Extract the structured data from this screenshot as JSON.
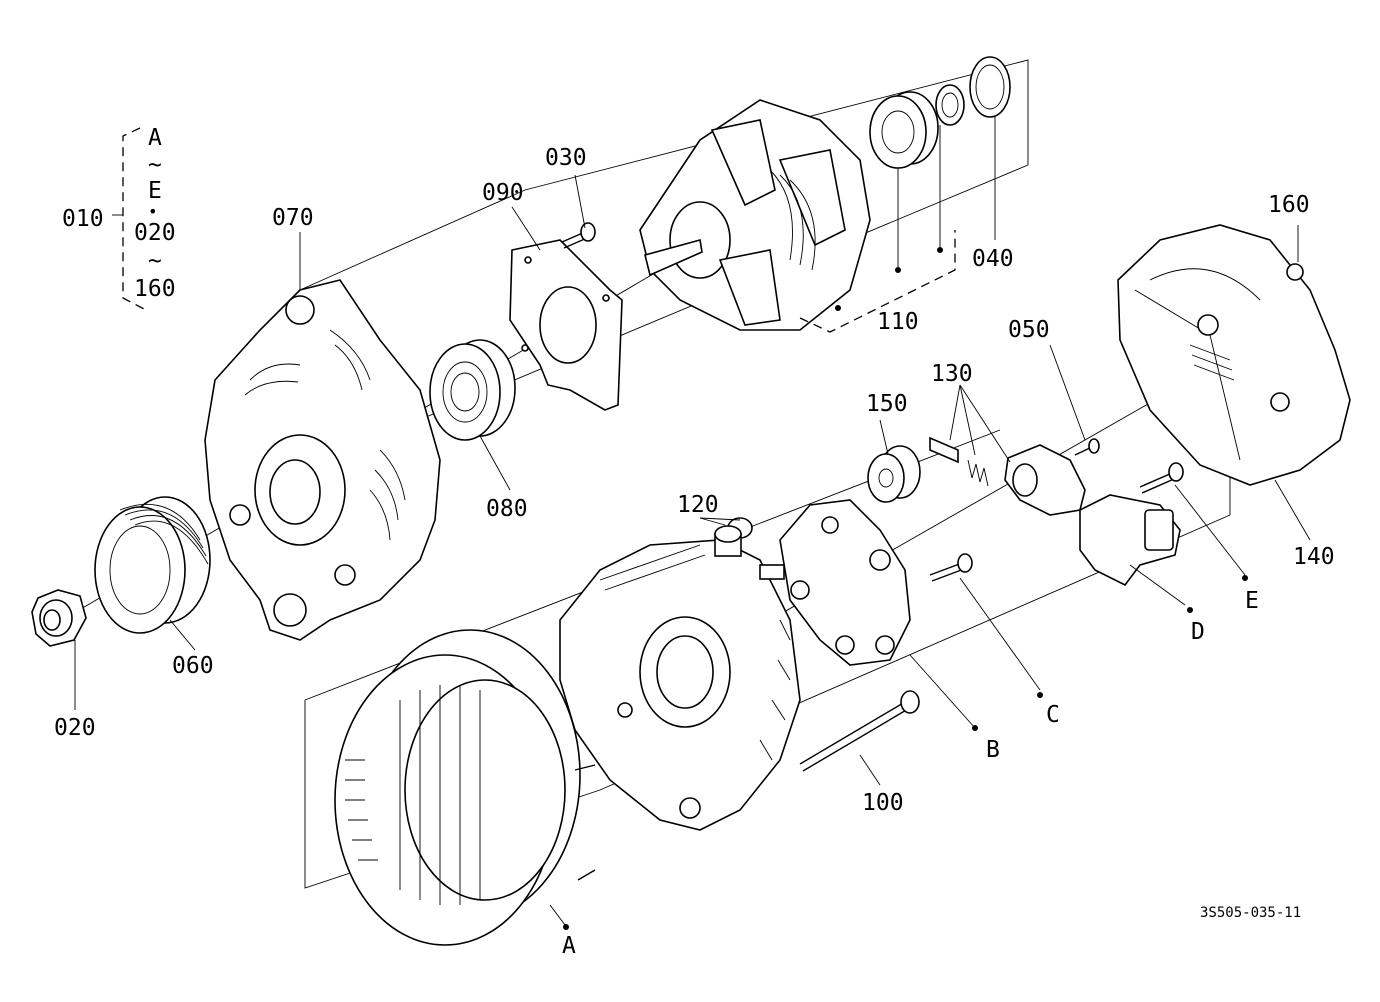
{
  "callouts": {
    "p010": "010",
    "p020": "020",
    "p030": "030",
    "p040": "040",
    "p050": "050",
    "p060": "060",
    "p070": "070",
    "p080": "080",
    "p090": "090",
    "p100": "100",
    "p110": "110",
    "p120": "120",
    "p130": "130",
    "p140": "140",
    "p150": "150",
    "p160": "160",
    "a": "A",
    "b": "B",
    "c": "C",
    "d": "D",
    "e": "E"
  },
  "group_note": {
    "line1": "A",
    "tilde1": "~",
    "line2": "E",
    "dot": "•",
    "line3": "020",
    "tilde2": "~",
    "line4": "160"
  },
  "figure_code": "3S505-035-11"
}
